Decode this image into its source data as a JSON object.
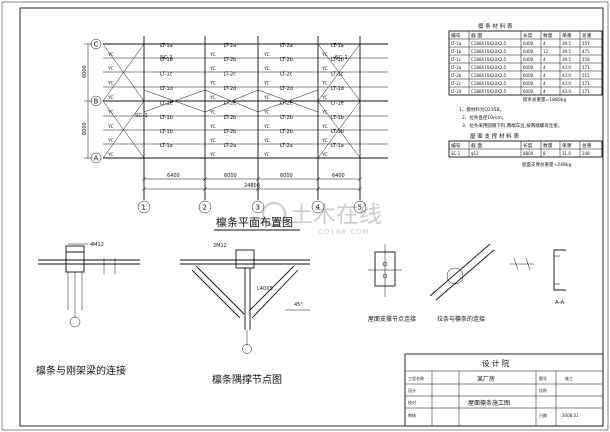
{
  "plan": {
    "title": "檩条平面布置图",
    "axes_letters": [
      "C",
      "B",
      "A"
    ],
    "axes_numbers": [
      "1",
      "2",
      "3",
      "4",
      "5"
    ],
    "bay_dims": [
      "6400",
      "6000",
      "6000",
      "6400"
    ],
    "total_dim": "24800",
    "span_dims": [
      "6000",
      "6000"
    ],
    "row_labels": [
      [
        "LT-1a",
        "LT-2a",
        "LT-2a",
        "LT-1a"
      ],
      [
        "LT-1b",
        "LT-2b",
        "LT-2b",
        "LT-1b"
      ],
      [
        "LT-1c",
        "LT-2c",
        "LT-2c",
        "LT-1c"
      ],
      [
        "LT-1d",
        "LT-2d",
        "LT-2d",
        "LT-1d"
      ],
      [
        "LT-1e",
        "LT-2e",
        "LT-2e",
        "LT-1e"
      ],
      [
        "LT-1b",
        "LT-2b",
        "LT-2b",
        "LT-1b"
      ],
      [
        "LT-1b",
        "LT-2b",
        "LT-2b",
        "LT-1b"
      ],
      [
        "LT-1a",
        "LT-2a",
        "LT-2a",
        "LT-1a"
      ]
    ],
    "yc": "YC",
    "brace_label": "SC-1"
  },
  "purlin_table": {
    "title": "檩 条 材 料 表",
    "headers": [
      "编号",
      "截 面",
      "长度",
      "数量",
      "单重",
      "总重"
    ],
    "rows": [
      [
        "LT-1a",
        "C180X70X20X2.5",
        "6400",
        "4",
        "39.5",
        "157"
      ],
      [
        "LT-1b",
        "C180X70X20X2.5",
        "6400",
        "12",
        "39.5",
        "475"
      ],
      [
        "LT-1c",
        "C180X70X20X2.5",
        "6400",
        "4",
        "39.5",
        "158"
      ],
      [
        "LT-2a",
        "C180X70X20X2.5",
        "6000",
        "4",
        "43.0",
        "171"
      ],
      [
        "LT-2b",
        "C180X70X20X2.5",
        "6000",
        "4",
        "43.0",
        "515"
      ],
      [
        "LT-2c",
        "C180X70X20X2.5",
        "6000",
        "4",
        "43.0",
        "171"
      ],
      [
        "LT-2d",
        "C180X70X20X2.5",
        "6000",
        "4",
        "43.0",
        "171"
      ]
    ],
    "total": "檩条总重量=1880kg",
    "notes": [
      "1、檩材料为Q235B。",
      "2、拉条直径10mm。",
      "3、拉条采用圆钢下料,两端车丝,按两端螺母连接。"
    ]
  },
  "brace_table": {
    "title": "屋 面 支 撑 材 料 表",
    "headers": [
      "编号",
      "截 面",
      "长度",
      "数量",
      "单重",
      "总重"
    ],
    "rows": [
      [
        "SC-1",
        "φ12",
        "8800",
        "8",
        "31.0",
        "248"
      ]
    ],
    "total": "屋面支撑总重量=248kg"
  },
  "detail1": {
    "title": "檩条与刚架梁的连接",
    "bolt": "4M12"
  },
  "detail2": {
    "title": "檩条隅撑节点图",
    "bolt": "2M12",
    "angle_mark": "L40X5",
    "angle": "45°"
  },
  "detail3": {
    "title": "屋面支撑节点连接"
  },
  "detail4": {
    "title": "拉条与檩条的连接"
  },
  "section_mark": "A-A",
  "title_block": {
    "header": "设 计 院",
    "left_labels": [
      "工程名称",
      "设计",
      "校对",
      "审核"
    ],
    "project": "某厂房",
    "drawing_title": "屋面檩条施工图",
    "right_labels": [
      "图号",
      "比例",
      "日期"
    ],
    "right_values": [
      "施工",
      "",
      "2008.01"
    ]
  },
  "watermark": {
    "main": "土木在线",
    "sub": "CO188.COM"
  }
}
